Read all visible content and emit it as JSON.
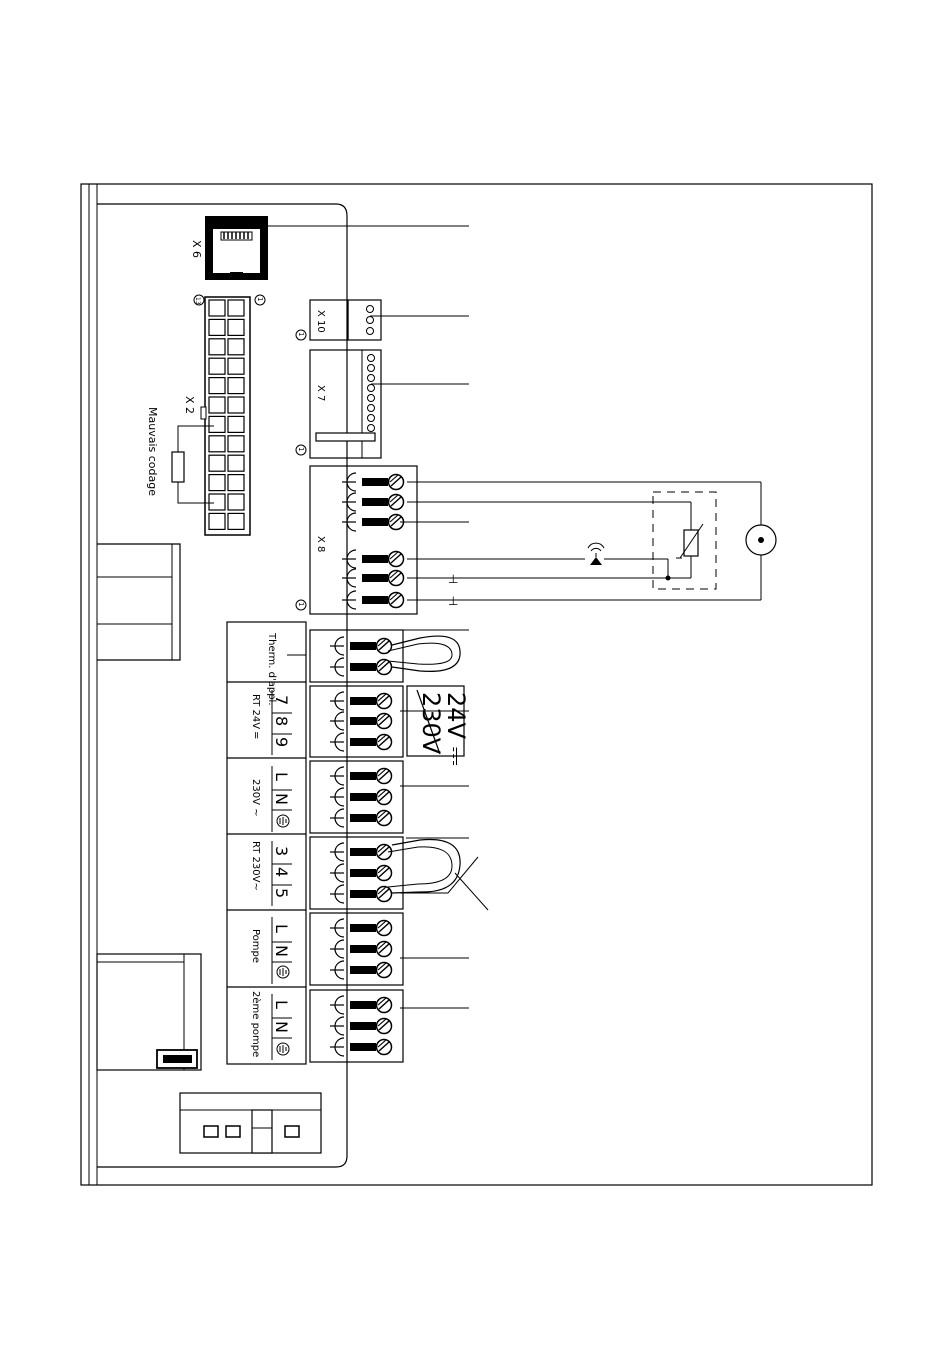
{
  "connectors": {
    "x6": "X 6",
    "x10": "X 10",
    "x7": "X 7",
    "x2": "X 2",
    "x8": "X 8"
  },
  "mauvais_codage": "Mauvais codage",
  "pin1_mark": "1",
  "x2_corner_mark": "13",
  "terminal_groups": {
    "therm": "Therm. d'appl.",
    "rt24": "RT 24V ═",
    "mains": "230V ~",
    "rt230": "RT 230V~",
    "pompe": "Pompe",
    "pompe2": "2ème pompe"
  },
  "terminal_numbers": {
    "n7": "7",
    "n8": "8",
    "n9": "9",
    "n3": "3",
    "n4": "4",
    "n5": "5"
  },
  "terminal_letters": {
    "L": "L",
    "N": "N"
  },
  "voltage_24v": "24V ⎓",
  "voltage_230v": "230V",
  "ground_symbol": "⊥",
  "colors": {
    "line": "#000000",
    "background": "#ffffff"
  }
}
